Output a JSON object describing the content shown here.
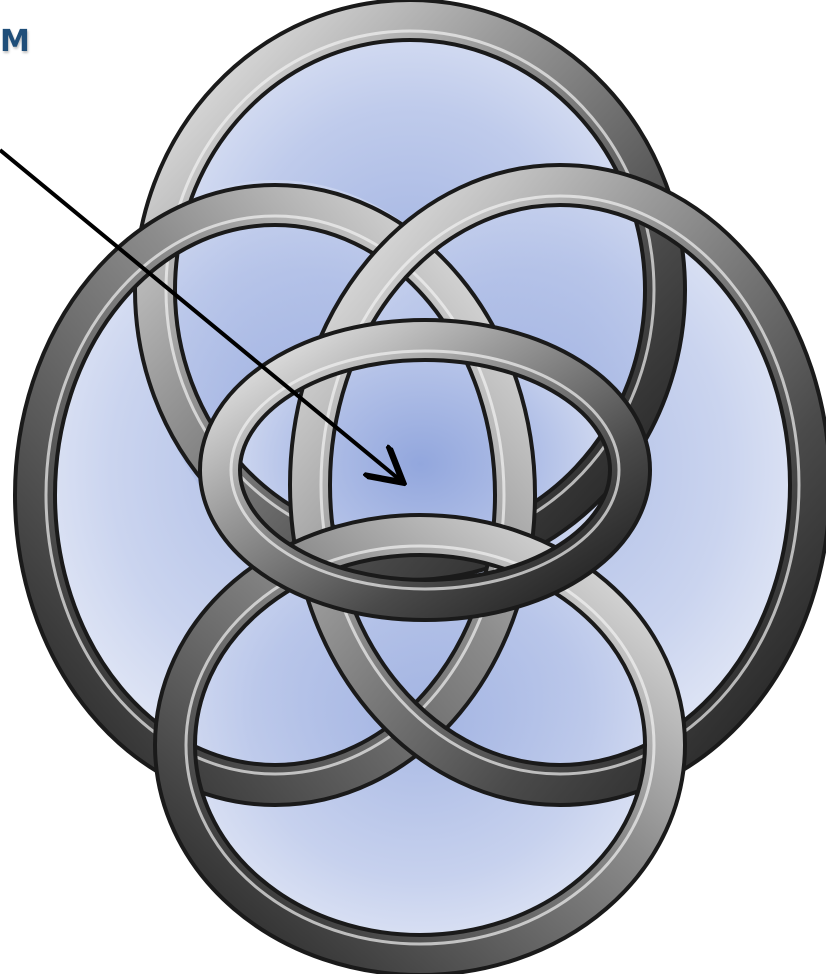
{
  "label": {
    "text": "M",
    "color": "#1f4e79"
  },
  "colors": {
    "fill_light": "#e4e9f6",
    "fill_dark": "#8fa4dc",
    "ring_highlight": "#f2f2f2",
    "ring_mid": "#8c8c8c",
    "ring_dark": "#1a1a1a",
    "arrow": "#000000"
  },
  "shapes": {
    "top_loop": "ring",
    "left_loop": "ring",
    "right_loop": "ring",
    "bottom_loop": "ring",
    "center_loop": "ring",
    "pointer": "arrow"
  }
}
